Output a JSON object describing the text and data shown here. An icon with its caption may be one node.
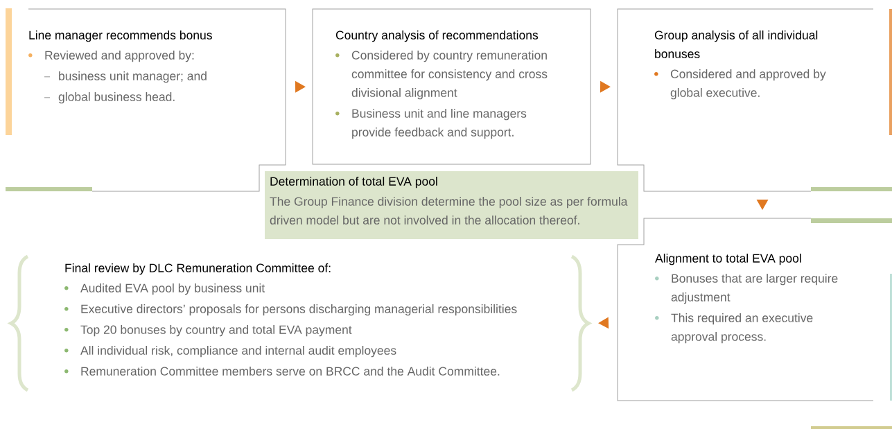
{
  "diagram": {
    "nodes": [
      {
        "text": [
          "Line manager recommends bonus",
          "Reviewed and approved by:",
          "business unit manager; and",
          "global business head."
        ]
      },
      {
        "text": [
          "Country analysis of recommendations",
          "Considered by country remuneration committee for consistency and cross divisional alignment",
          "Business unit and line managers provide feedback and support."
        ]
      },
      {
        "text": [
          "Group analysis of all individual bonuses",
          "Considered and approved by global executive."
        ]
      },
      {
        "text": [
          "Determination of total EVA pool",
          "The Group Finance division determine the pool size as per formula driven model but are not involved in the allocation thereof."
        ]
      },
      {
        "text": [
          "Alignment to total EVA pool",
          "Bonuses that are larger require adjustment",
          "This required an executive approval process."
        ]
      },
      {
        "text": [
          "Final review by DLC Remuneration Committee of:",
          "Audited EVA pool by business unit",
          "Executive directors’ proposals for persons discharging managerial responsibilities",
          "Top 20 bonuses by country and total EVA payment",
          "All individual risk, compliance and internal audit employees",
          "Remuneration Committee members serve on BRCC and the Audit Committee."
        ]
      }
    ],
    "edges": [
      {
        "from": 0,
        "to": 1,
        "arrow": "to"
      },
      {
        "from": 1,
        "to": 2,
        "arrow": "to"
      },
      {
        "from": 2,
        "to": 4,
        "arrow": "to"
      },
      {
        "from": 4,
        "to": 5,
        "arrow": "to"
      }
    ]
  }
}
